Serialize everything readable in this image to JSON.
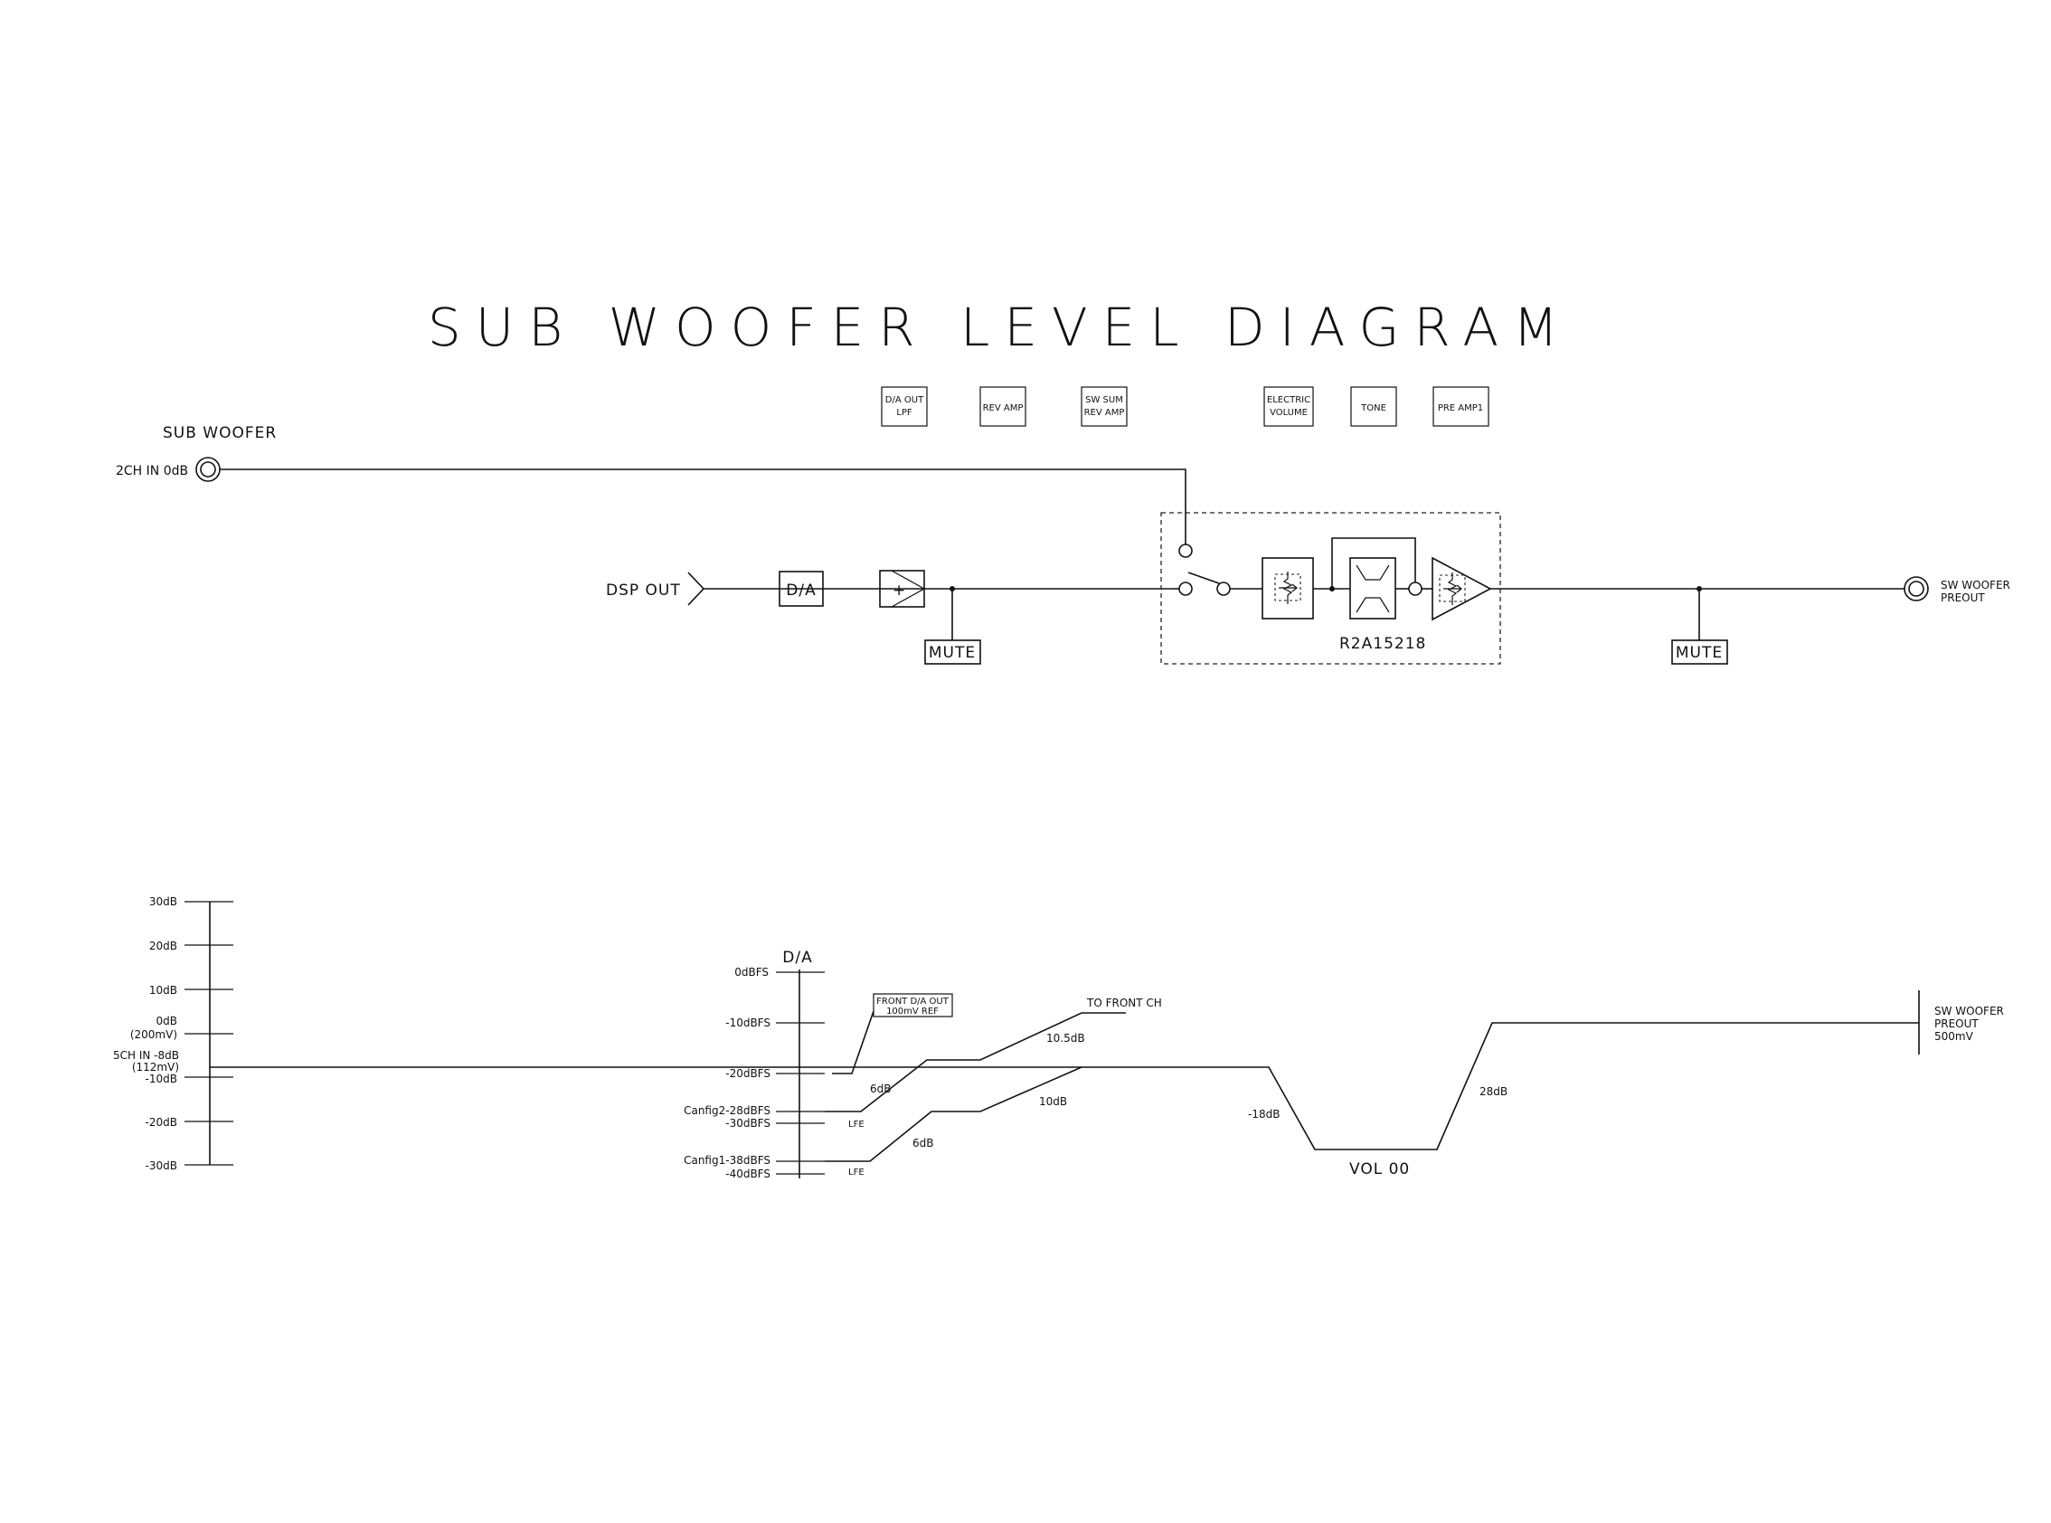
{
  "title": "SUB WOOFER LEVEL DIAGRAM",
  "header_boxes": [
    {
      "l1": "D/A OUT",
      "l2": "LPF"
    },
    {
      "l1": "REV AMP",
      "l2": ""
    },
    {
      "l1": "SW SUM",
      "l2": "REV AMP"
    },
    {
      "l1": "ELECTRIC",
      "l2": "VOLUME"
    },
    {
      "l1": "TONE",
      "l2": ""
    },
    {
      "l1": "PRE AMP1",
      "l2": ""
    }
  ],
  "block": {
    "sub_woofer_label": "SUB WOOFER",
    "in_2ch_label": "2CH IN 0dB",
    "dsp_out_label": "DSP OUT",
    "da_label": "D/A",
    "amp_symbol": "+",
    "mute_label": "MUTE",
    "ic_label": "R2A15218",
    "sw_woofer_l1": "SW WOOFER",
    "sw_woofer_l2": "PREOUT"
  },
  "level": {
    "db_scale": [
      {
        "label": "30dB"
      },
      {
        "label": "20dB"
      },
      {
        "label": "10dB"
      },
      {
        "label": "0dB"
      },
      {
        "label": "(200mV)"
      },
      {
        "label": "5CH IN -8dB"
      },
      {
        "label": "(112mV)"
      },
      {
        "label": "-10dB"
      },
      {
        "label": "-20dB"
      },
      {
        "label": "-30dB"
      }
    ],
    "dbfs_title": "D/A",
    "dbfs_scale": [
      {
        "label": "0dBFS"
      },
      {
        "label": "-10dBFS"
      },
      {
        "label": "-20dBFS"
      },
      {
        "label": "Canfig2-28dBFS"
      },
      {
        "label": "-30dBFS"
      },
      {
        "label": "Canfig1-38dBFS"
      },
      {
        "label": "-40dBFS"
      }
    ],
    "front_da_l1": "FRONT D/A OUT",
    "front_da_l2": "100mV REF",
    "to_front_ch": "TO FRONT CH",
    "gain_105": "10.5dB",
    "gain_6a": "6dB",
    "gain_6b": "6dB",
    "gain_10": "10dB",
    "lfe_a": "LFE",
    "lfe_b": "LFE",
    "vol_drop": "-18dB",
    "vol_label": "VOL 00",
    "gain_28": "28dB",
    "out_l1": "SW WOOFER",
    "out_l2": "PREOUT",
    "out_l3": "500mV"
  }
}
